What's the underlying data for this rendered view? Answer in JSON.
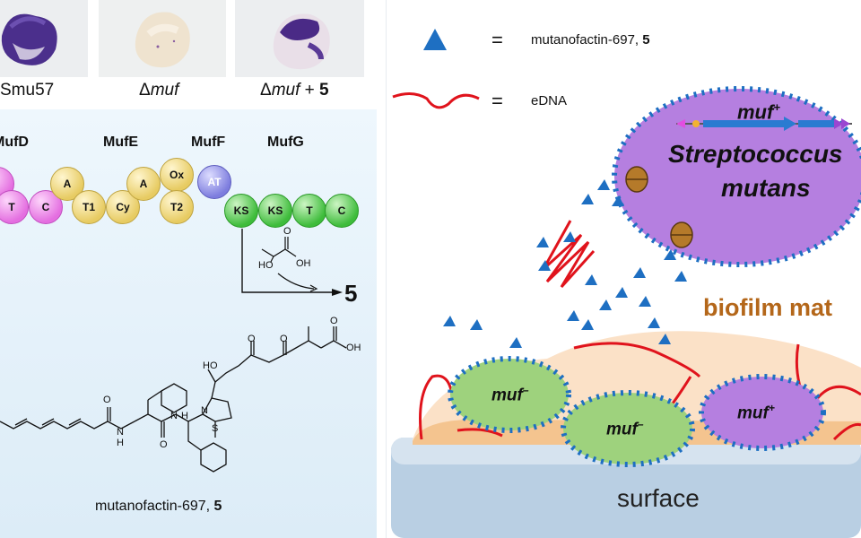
{
  "photos": [
    {
      "label": "Smu57"
    },
    {
      "label_symbol": "Δ",
      "label_italic": "muf"
    },
    {
      "label_symbol": "Δ",
      "label_italic": "muf",
      "label_suffix": " + ",
      "label_bold": "5"
    }
  ],
  "modules": [
    {
      "name": "MufD"
    },
    {
      "name": "MufE"
    },
    {
      "name": "MufF"
    },
    {
      "name": "MufG"
    }
  ],
  "domains": [
    "T",
    "C",
    "A",
    "T1",
    "Cy",
    "A",
    "Ox",
    "T2",
    "AT",
    "KS",
    "KS",
    "T",
    "C"
  ],
  "precursor": {
    "oh1": "HO",
    "oh2": "OH",
    "o": "O"
  },
  "reaction_product": "5",
  "structure": {
    "oh": "OH",
    "ho": "HO",
    "o1": "O",
    "o2": "O",
    "o3": "O",
    "o4": "O",
    "o5": "O",
    "nh1": "N",
    "h1": "H",
    "nh2": "N",
    "h2": "H",
    "n": "N",
    "s": "S"
  },
  "compound_caption": {
    "name": "mutanofactin-697,",
    "number": "5"
  },
  "legend": [
    {
      "symbol": "=",
      "text": "mutanofactin-697,",
      "bold": "5"
    },
    {
      "symbol": "=",
      "text": "eDNA"
    }
  ],
  "cells": {
    "main": {
      "top": "muf",
      "sup": "+",
      "genus": "Streptococcus",
      "species": "mutans"
    },
    "cell_left": {
      "label": "muf",
      "sup": "–"
    },
    "cell_middle": {
      "label": "muf",
      "sup": "–"
    },
    "cell_right": {
      "label": "muf",
      "sup": "+"
    }
  },
  "biofilm_label": "biofilm mat",
  "surface_label": "surface",
  "colors": {
    "purple": "#b57fe0",
    "green": "#9ed27d",
    "blue_triangle": "#1e6fc2",
    "edna": "#e0131c",
    "biofilm": "#f6c08c",
    "surface": "#b9cfe3",
    "biofilm_text": "#b4671a"
  }
}
